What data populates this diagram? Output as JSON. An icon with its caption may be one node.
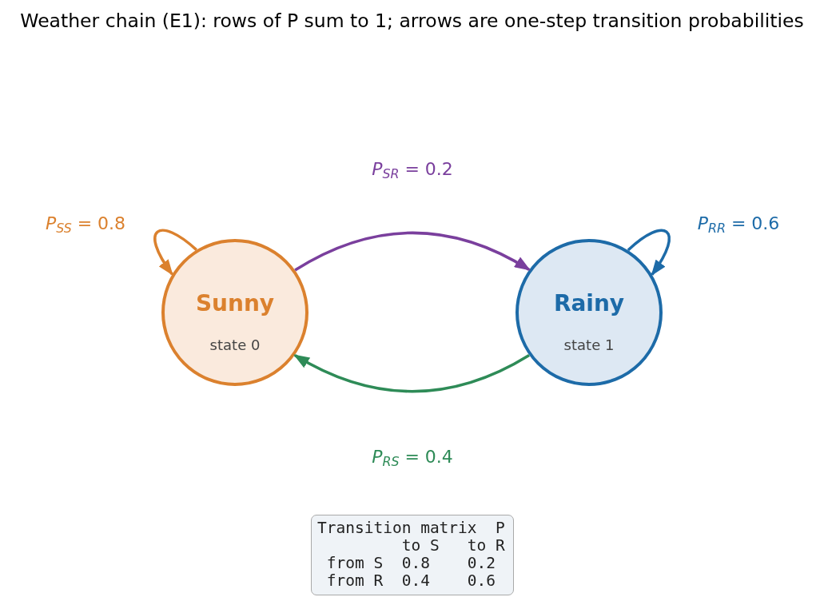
{
  "diagram": {
    "title": "Weather chain (E1): rows of P sum to 1; arrows are one-step transition probabilities",
    "nodes": [
      {
        "text": [
          "Sunny",
          "state 0"
        ]
      },
      {
        "text": [
          "Rainy",
          "state 1"
        ]
      },
      {
        "text": [
          "Transition matrix  P",
          "to S",
          "to R",
          "from S",
          "0.8",
          "0.2",
          "from R",
          "0.4",
          "0.6"
        ]
      }
    ],
    "edges": [
      {
        "from": 0,
        "to": 1,
        "arrow": "to",
        "label": "*P*$_{SR}$ = 0.2",
        "color": "#7a3f9d"
      },
      {
        "from": 0,
        "to": 0,
        "arrow": "to",
        "label": "*P*$_{SS}$ = 0.8",
        "color": "#db812e"
      },
      {
        "from": 1,
        "to": 1,
        "arrow": "to",
        "label": "*P*$_{RR}$ = 0.6",
        "color": "#1d6ba8"
      },
      {
        "from": 1,
        "to": 0,
        "arrow": "to",
        "label": "*P*$_{RS}$ = 0.4",
        "color": "#2e8b57"
      }
    ]
  }
}
